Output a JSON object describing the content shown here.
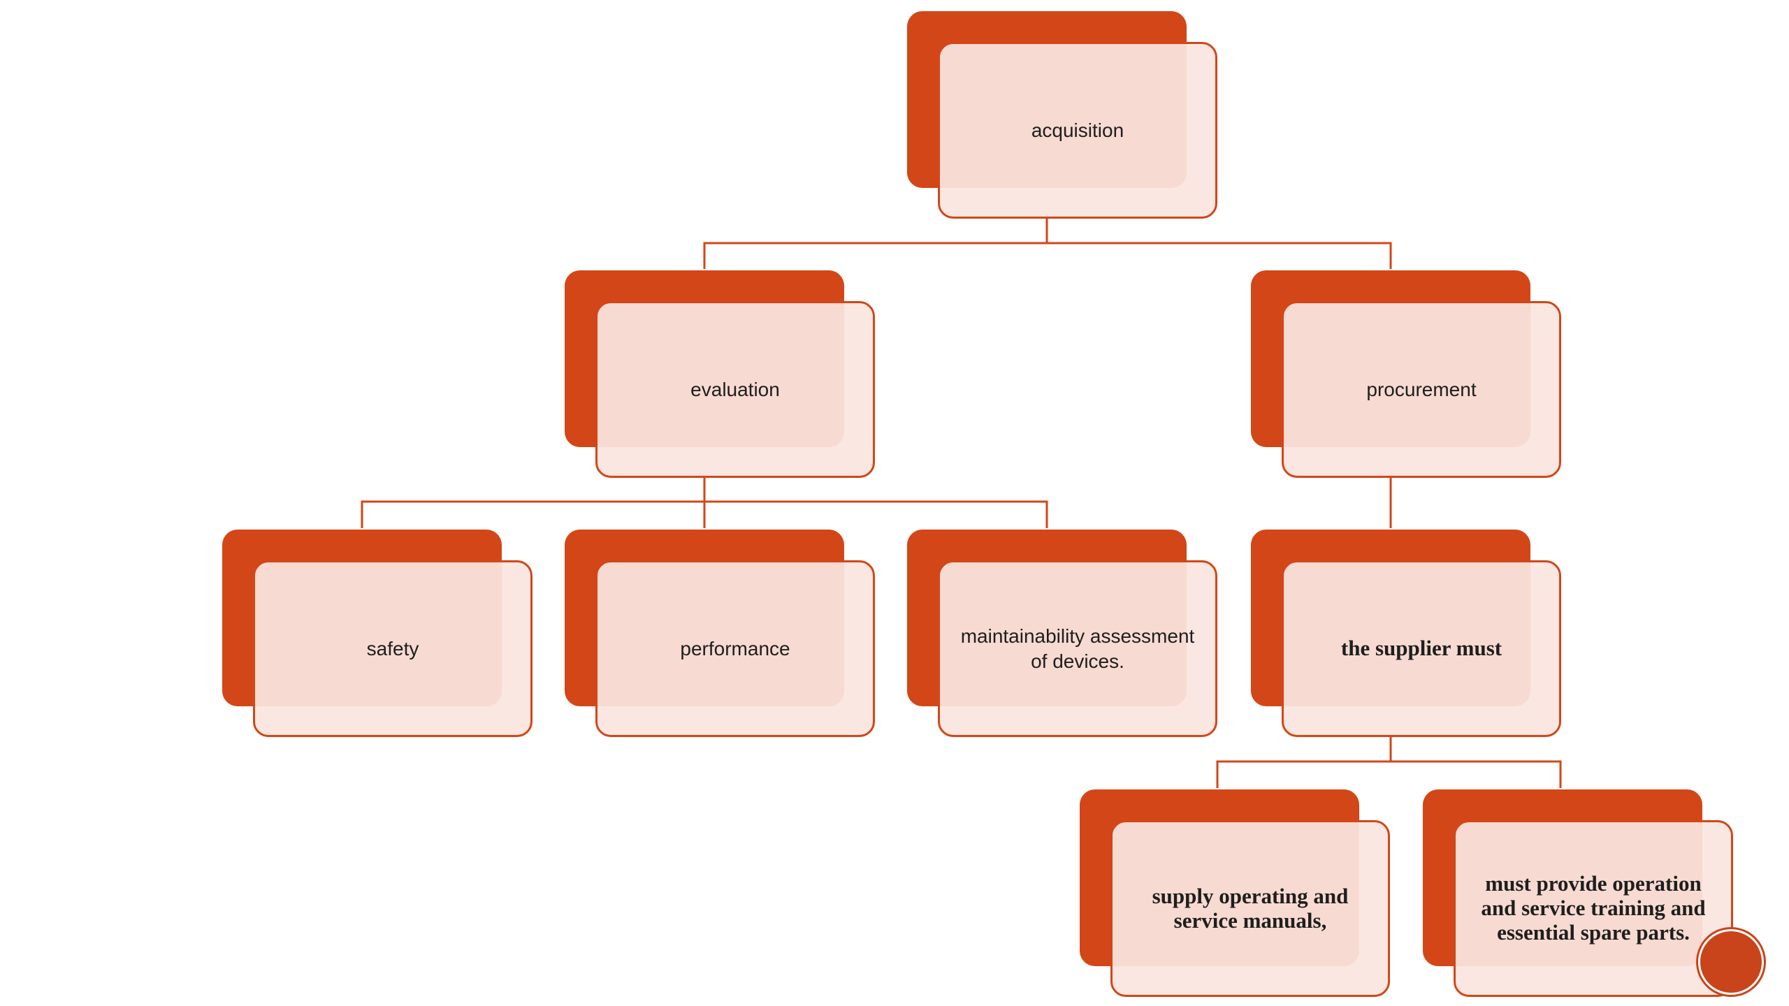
{
  "diagram": {
    "root": {
      "label": "acquisition"
    },
    "level1": [
      {
        "label": "evaluation"
      },
      {
        "label": "procurement"
      }
    ],
    "level2": [
      {
        "label": "safety"
      },
      {
        "label": "performance"
      },
      {
        "label": "maintainability assessment of devices."
      },
      {
        "label": "the supplier must"
      }
    ],
    "level3": [
      {
        "label": "supply operating and service manuals,"
      },
      {
        "label": "must provide operation and service training and essential spare parts."
      }
    ]
  },
  "colors": {
    "accent": "#d34617",
    "box_fill": "#fae5e0",
    "text": "#1e1e1e"
  }
}
